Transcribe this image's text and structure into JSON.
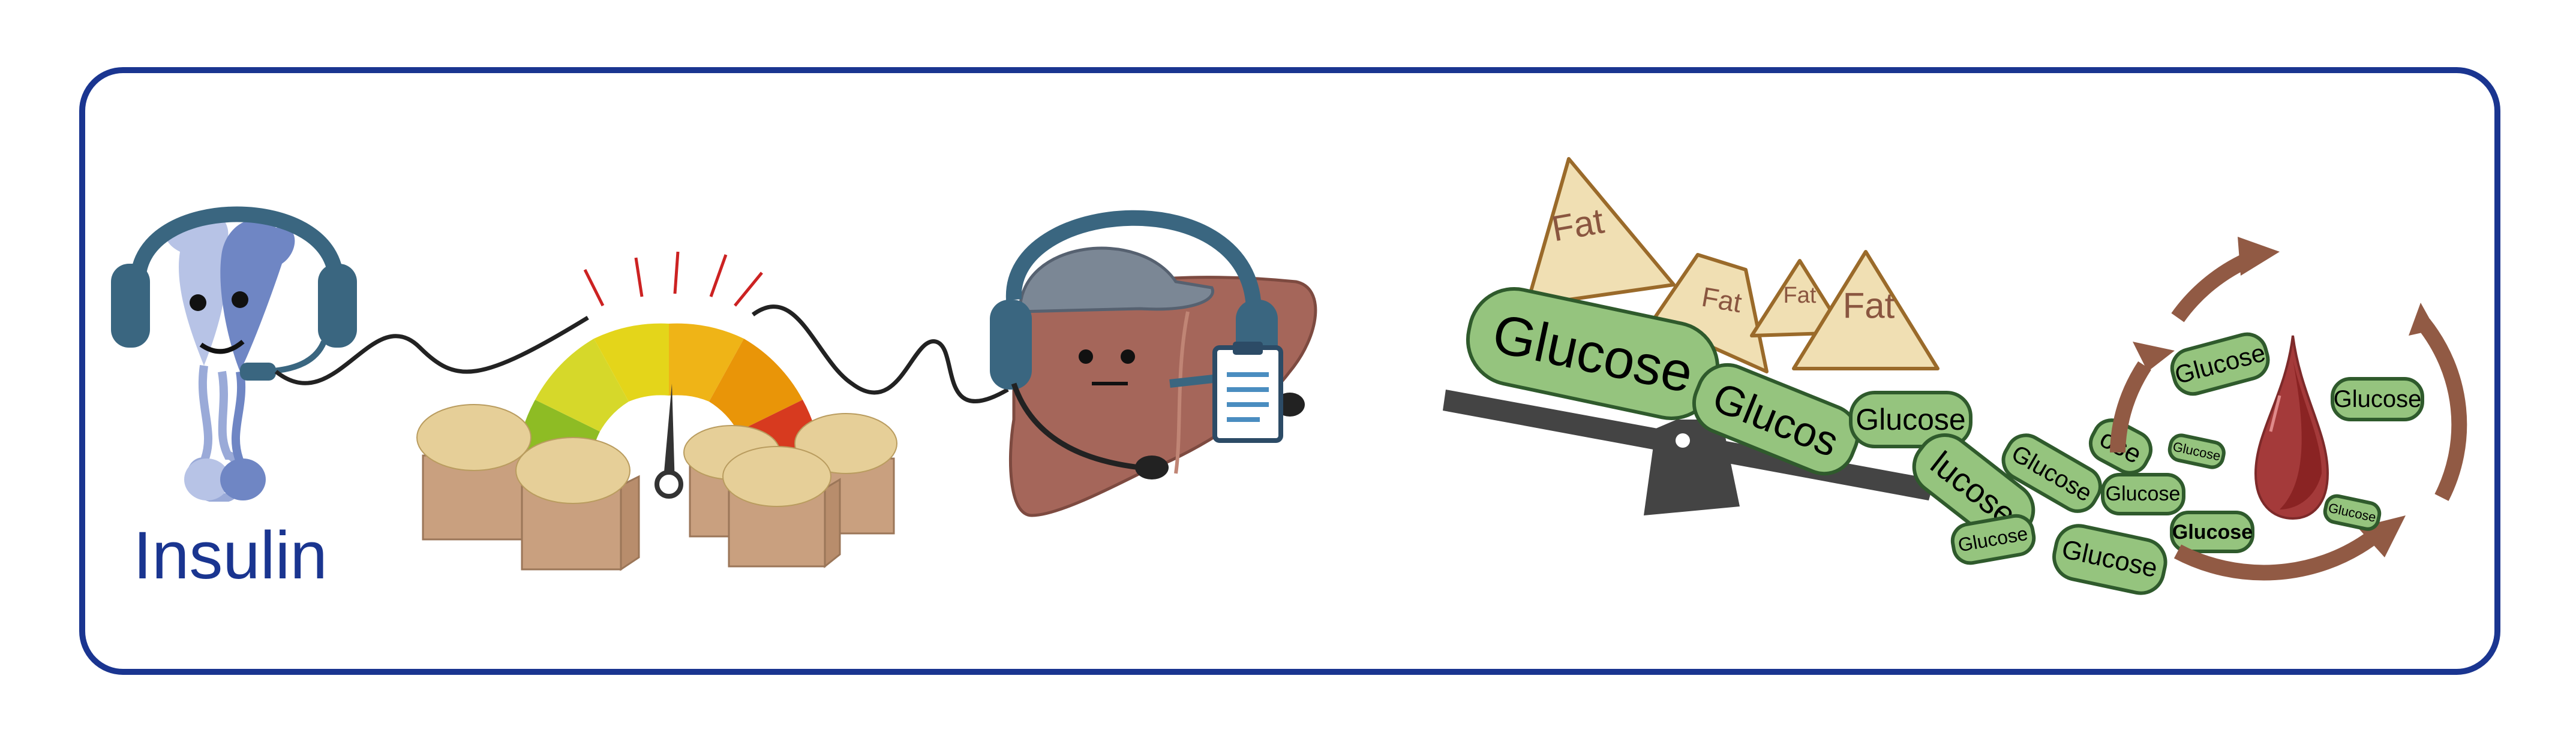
{
  "insulin": {
    "label": "Insulin"
  },
  "fat_labels": [
    "Fat",
    "Fat",
    "Fat",
    "Fat"
  ],
  "glucose": {
    "big_on_scale": "Glucose",
    "chain": [
      "Glucos",
      "Glucose",
      "lucose",
      "Glucose",
      "ose",
      "Glucose"
    ],
    "scattered": [
      "Glucose",
      "Glucose",
      "Glucose"
    ],
    "blood_cycle": [
      "Glucose",
      "Glucose",
      "Glucose",
      "Glucose"
    ],
    "bold": "Glucose"
  },
  "colors": {
    "frame": "#1a3590",
    "insulin_text": "#1a3590",
    "headset": "#3a6680",
    "glucose_fill": "#95c47e",
    "fat_fill": "#f0dfb3",
    "cycle_arrows": "#915a44",
    "blood": "#a43a3a",
    "liver": "#a5665a"
  }
}
